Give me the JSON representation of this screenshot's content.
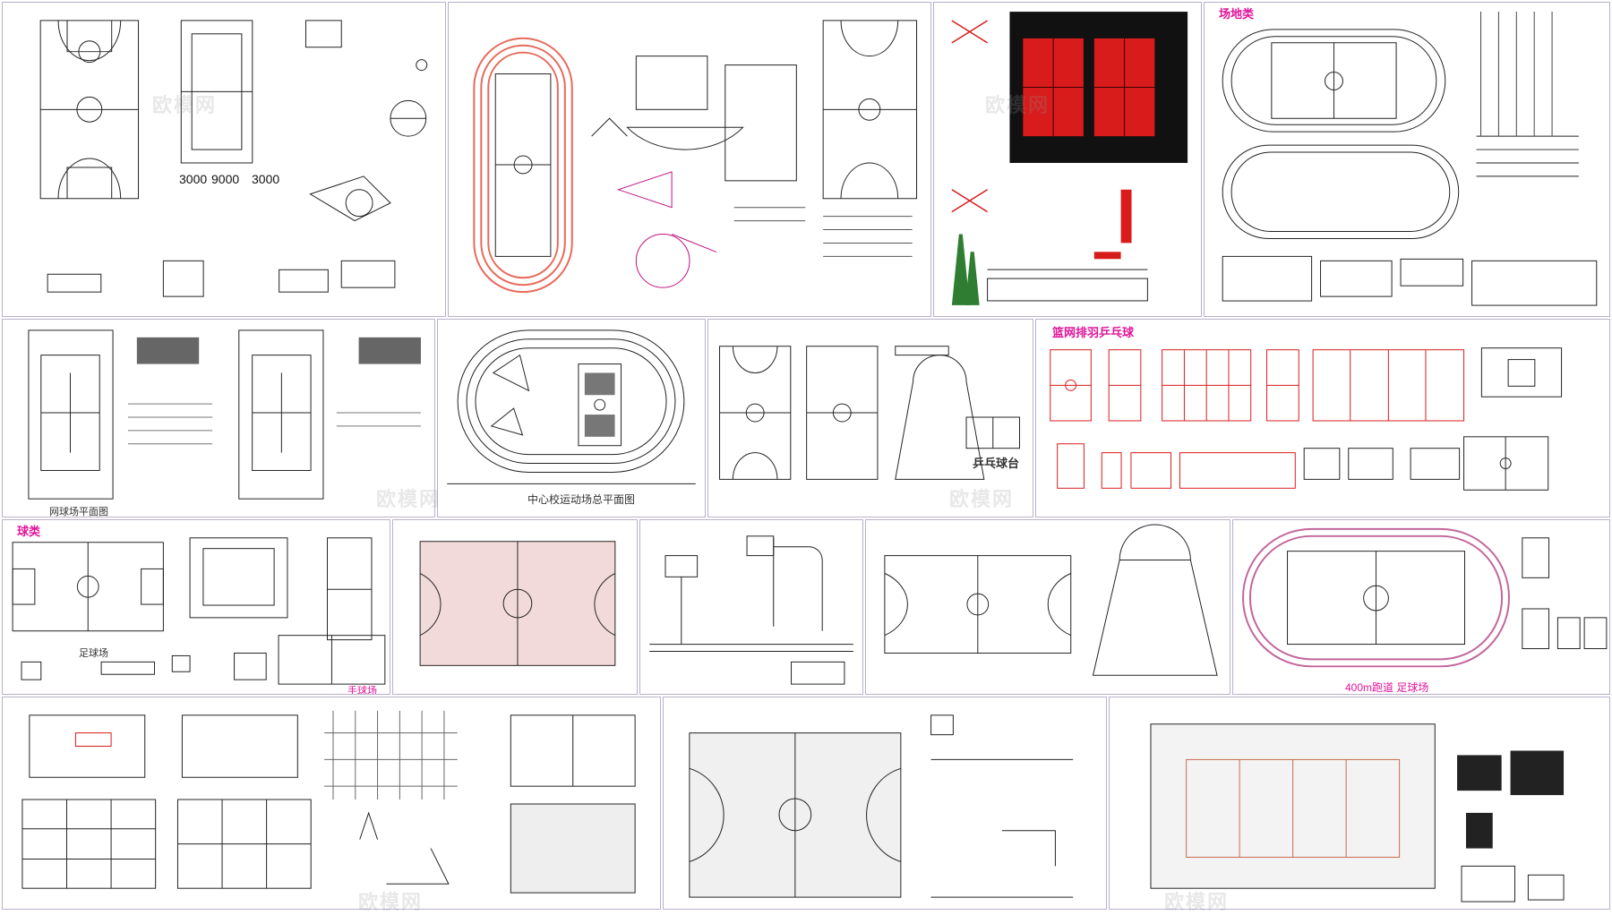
{
  "headings": {
    "fields": "场地类",
    "nets": "篮网排羽乒乓球",
    "balls": "球类"
  },
  "captions": {
    "dim_left": "3000",
    "dim_mid": "9000",
    "dim_right": "3000",
    "school_plan": "中心校运动场总平面图",
    "pingpong": "乒乓球台",
    "track_400": "400m跑道 足球场",
    "tennis_plan": "网球场平面图",
    "soccer": "足球场",
    "handball": "手球场"
  },
  "watermark": "欧模网",
  "colors": {
    "accent": "#e1149a",
    "red_court": "#d81b1b",
    "track": "#e66a5a",
    "frame": "#b9b0cc"
  }
}
